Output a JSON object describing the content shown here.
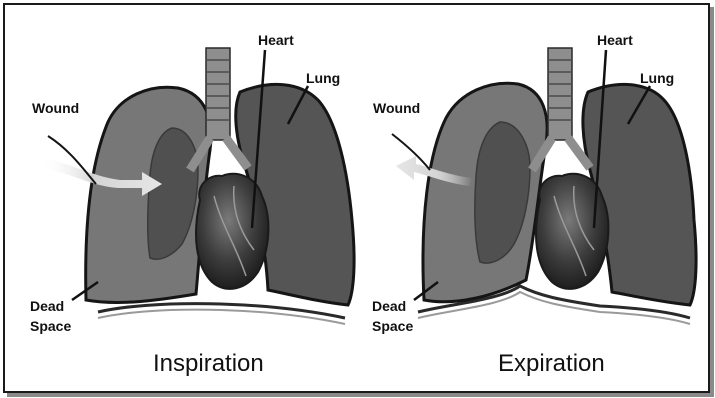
{
  "labels": {
    "heart": "Heart",
    "lung": "Lung",
    "wound": "Wound",
    "dead_space": "Dead Space",
    "dead": "Dead",
    "space": "Space"
  },
  "captions": {
    "inspiration": "Inspiration",
    "expiration": "Expiration"
  },
  "colors": {
    "lung_fill": "#5c5c5c",
    "lung_light": "#8a8a8a",
    "collapsed_lung": "#454545",
    "heart": "#3a3a3a",
    "arrow": "#d9d9d9",
    "outline": "#151515",
    "trachea": "#9a9a9a"
  }
}
